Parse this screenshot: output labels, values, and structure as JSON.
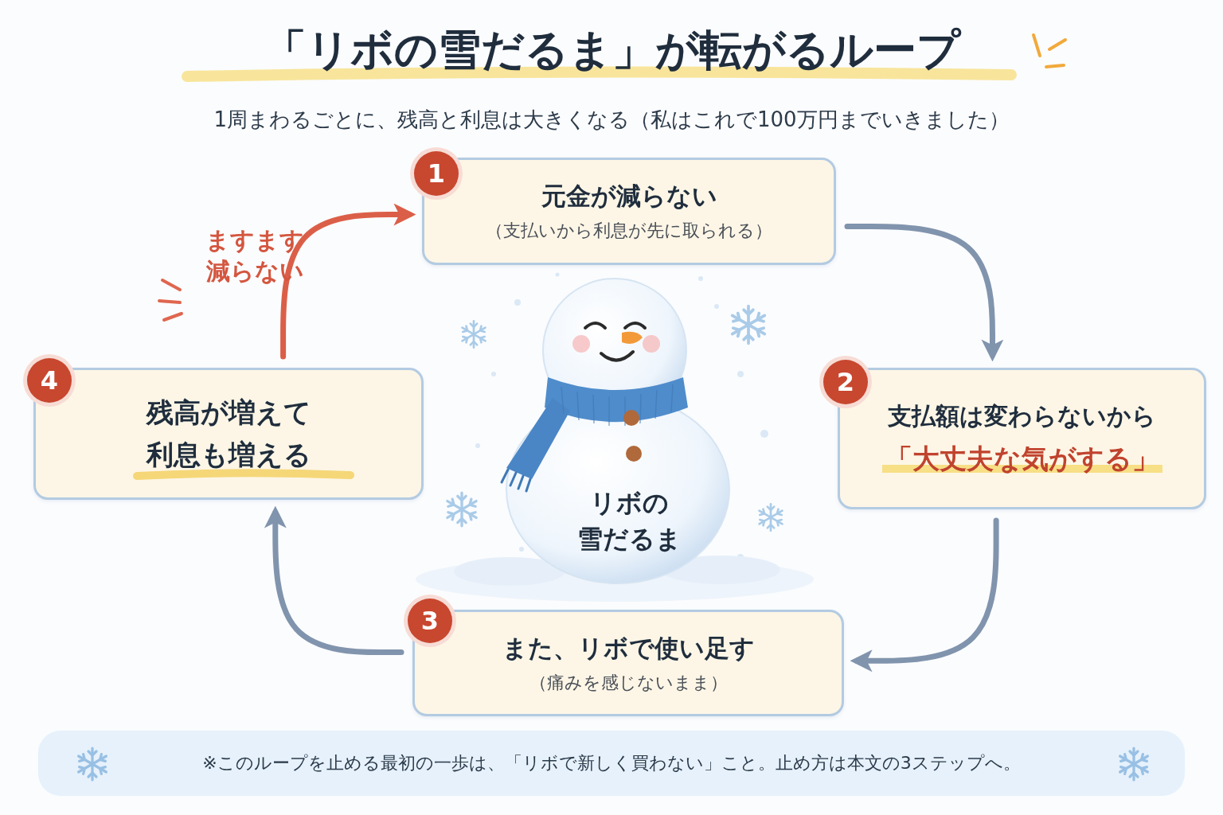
{
  "diagram": {
    "title": "「リボの雪だるま」が転がるループ",
    "caption": "1周まわるごとに、残高と利息は大きくなる（私はこれで100万円までいきました）",
    "nodes": [
      {
        "text": [
          "元金が減らない",
          "（支払いから利息が先に取られる）"
        ]
      },
      {
        "text": [
          "支払額は変わらないから",
          "「大丈夫な気がする」"
        ]
      },
      {
        "text": [
          "また、リボで使い足す",
          "（痛みを感じないまま）"
        ]
      },
      {
        "text": [
          "残高が増えて 利息も増える"
        ]
      },
      {
        "text": [
          "リボの 雪だるま"
        ]
      },
      {
        "text": [
          "※このループを止める最初の一歩は、「リボで新しく買わない」こと。止め方は本文の3ステップへ。"
        ]
      }
    ],
    "edges": [
      {
        "from": 0,
        "to": 1,
        "arrow": "to"
      },
      {
        "from": 1,
        "to": 2,
        "arrow": "to"
      },
      {
        "from": 2,
        "to": 3,
        "arrow": "to"
      },
      {
        "from": 3,
        "to": 0,
        "arrow": "to",
        "label": "ますます 減らない"
      }
    ],
    "labels": [
      "1",
      "2",
      "3",
      "4"
    ]
  }
}
